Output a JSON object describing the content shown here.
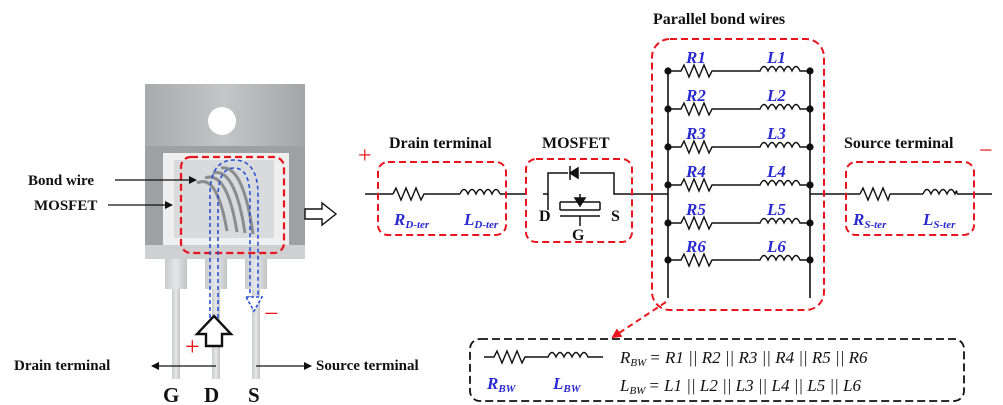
{
  "colors": {
    "highlight_red": "#e8141e",
    "label_blue": "#2a2ad0",
    "current_path_blue": "#2a52d8",
    "package_gray": "#b8b9ba",
    "text_black": "#111111"
  },
  "package": {
    "callouts": {
      "bond_wire": "Bond wire",
      "mosfet": "MOSFET",
      "drain_terminal": "Drain terminal",
      "source_terminal": "Source terminal"
    },
    "pins": {
      "g": "G",
      "d": "D",
      "s": "S"
    },
    "plus_sign": "+",
    "minus_sign": "−"
  },
  "circuit": {
    "drain_label": "Drain terminal",
    "mosfet_label": "MOSFET",
    "bond_wires_label": "Parallel bond wires",
    "source_label": "Source terminal",
    "plus_sign": "+",
    "minus_sign": "−",
    "drain_resistor": {
      "symbol": "R",
      "sub": "D-ter"
    },
    "drain_inductor": {
      "symbol": "L",
      "sub": "D-ter"
    },
    "source_resistor": {
      "symbol": "R",
      "sub": "S-ter"
    },
    "source_inductor": {
      "symbol": "L",
      "sub": "S-ter"
    },
    "mosfet_pins": {
      "d": "D",
      "s": "S",
      "g": "G"
    },
    "wires": [
      {
        "r": "R1",
        "l": "L1"
      },
      {
        "r": "R2",
        "l": "L2"
      },
      {
        "r": "R3",
        "l": "L3"
      },
      {
        "r": "R4",
        "l": "L4"
      },
      {
        "r": "R5",
        "l": "L5"
      },
      {
        "r": "R6",
        "l": "L6"
      }
    ]
  },
  "equivalent": {
    "r_symbol": "R",
    "r_sub": "BW",
    "l_symbol": "L",
    "l_sub": "BW",
    "r_formula": "= R1 || R2 || R3 || R4 || R5 || R6",
    "l_formula": "= L1 || L2 || L3 || L4 || L5 || L6"
  }
}
